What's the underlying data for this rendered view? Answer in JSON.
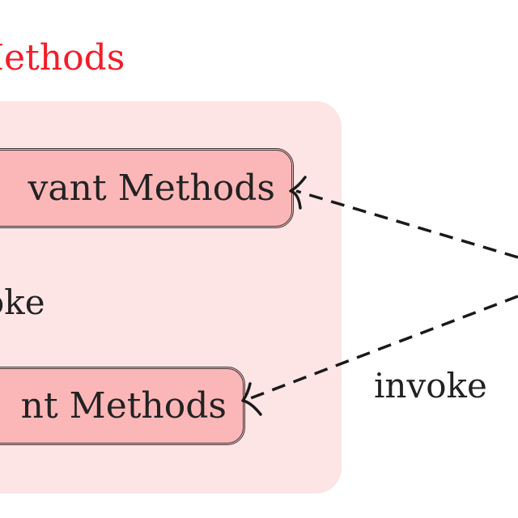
{
  "diagram": {
    "title": "Methods",
    "boxes": [
      {
        "id": "box-a",
        "label": "vant Methods"
      },
      {
        "id": "box-b",
        "label": "nt Methods"
      }
    ],
    "labels": {
      "left_invoke": "oke",
      "right_invoke": "invoke"
    },
    "edges": [
      {
        "from": "offscreen-right",
        "to": "box-a",
        "label": "",
        "style": "dashed"
      },
      {
        "from": "offscreen-right",
        "to": "box-b",
        "label": "invoke",
        "style": "dashed"
      }
    ],
    "colors": {
      "title": "#f21d2a",
      "region_fill": "#fde5e6",
      "box_fill": "#fbb7b8",
      "box_border": "#3a3a3a",
      "edge": "#1a1a1a"
    }
  }
}
